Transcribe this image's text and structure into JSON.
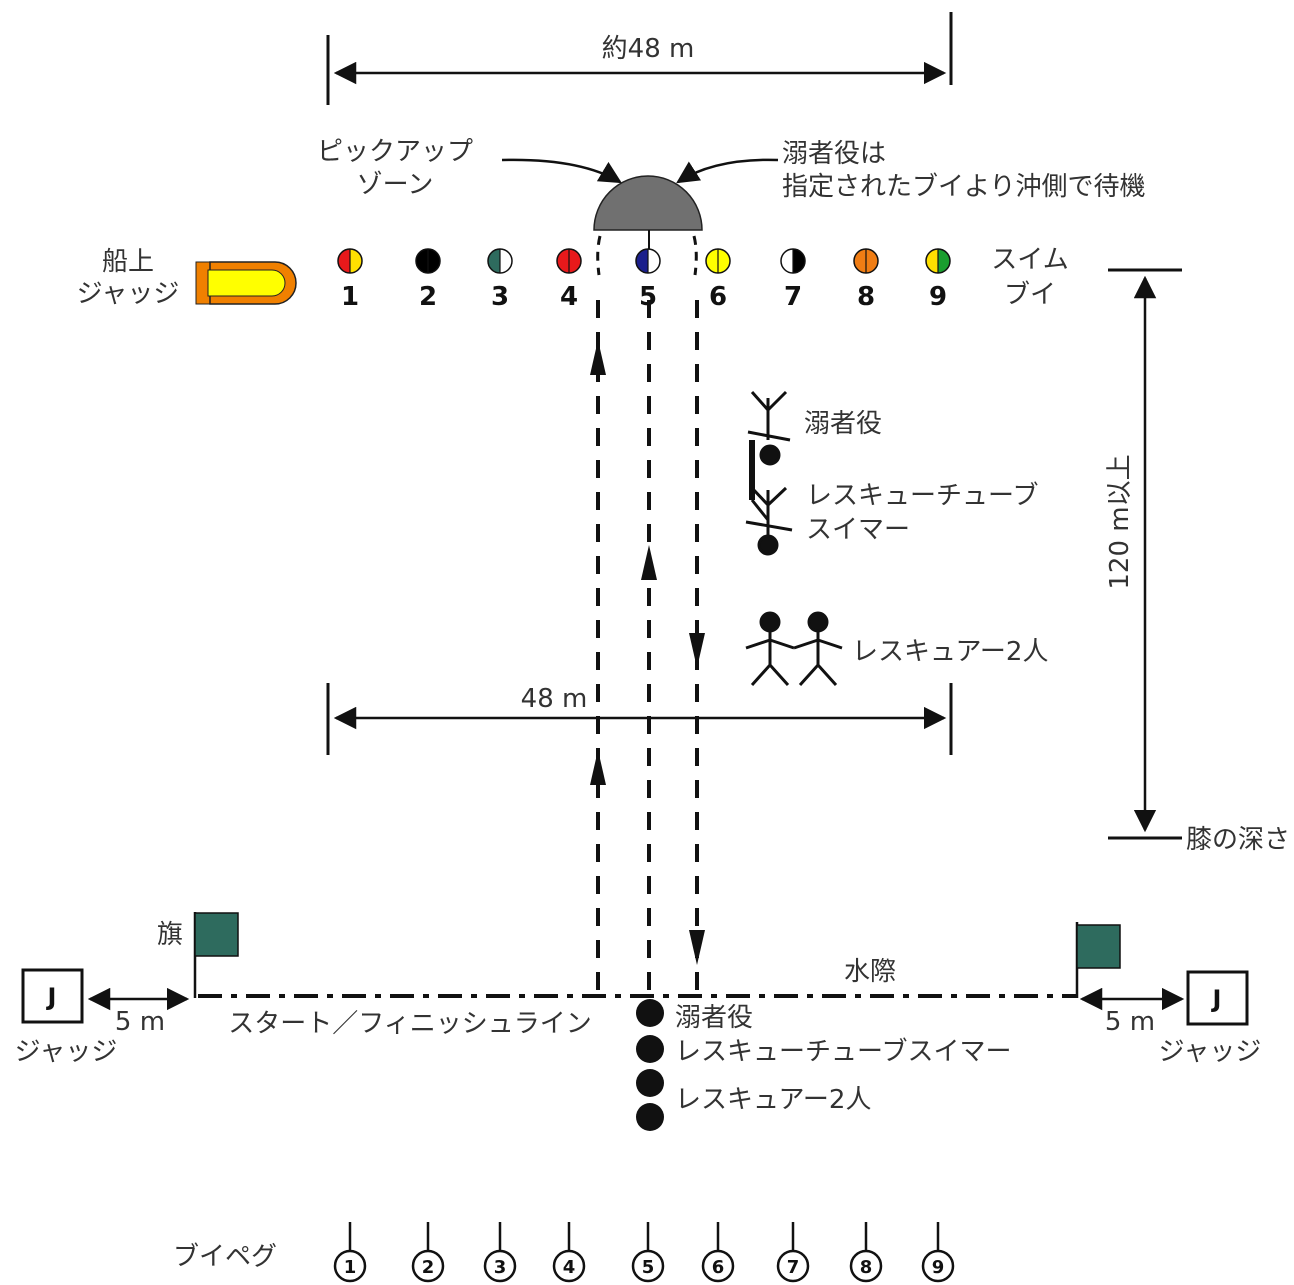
{
  "colors": {
    "flag": "#2e6b5e",
    "boat_fill": "#ffff00",
    "boat_outline": "#f08000",
    "pickup_zone": "#707070"
  },
  "top_width_label": "約48 m",
  "pickup_zone_label": [
    "ピックアップ",
    "ゾーン"
  ],
  "victim_instruction": [
    "溺者役は",
    "指定されたブイより沖側で待機"
  ],
  "boat_judge_label": [
    "船上",
    "ジャッジ"
  ],
  "swim_buoy_label": [
    "スイム",
    "ブイ"
  ],
  "buoys": [
    {
      "number": "1",
      "colors": [
        "#e8191b",
        "#ffe000"
      ]
    },
    {
      "number": "2",
      "colors": [
        "#000000",
        "#000000"
      ]
    },
    {
      "number": "3",
      "colors": [
        "#2e6b5e",
        "#ffffff"
      ]
    },
    {
      "number": "4",
      "colors": [
        "#e8191b",
        "#e8191b"
      ]
    },
    {
      "number": "5",
      "colors": [
        "#1b1f8c",
        "#ffffff"
      ]
    },
    {
      "number": "6",
      "colors": [
        "#ffff00",
        "#ffff00"
      ]
    },
    {
      "number": "7",
      "colors": [
        "#ffffff",
        "#000000"
      ]
    },
    {
      "number": "8",
      "colors": [
        "#f07d14",
        "#f07d14"
      ]
    },
    {
      "number": "9",
      "colors": [
        "#ffe000",
        "#1a9e2f"
      ]
    }
  ],
  "figures": {
    "victim": "溺者役",
    "tube_swimmer": [
      "レスキューチューブ",
      "スイマー"
    ],
    "rescuers": "レスキュアー2人"
  },
  "distance_120": "120 m以上",
  "knee_depth": "膝の深さ",
  "mid_width_label": "48 m",
  "flag_label": "旗",
  "waterline_label": "水際",
  "start_finish_label": "スタート／フィニッシュライン",
  "judge_letter": "J",
  "judge_label": "ジャッジ",
  "judge_distance": "5 m",
  "order_list": [
    "溺者役",
    "レスキューチューブスイマー",
    "レスキュアー2人"
  ],
  "buoy_peg_label": "ブイペグ",
  "pegs": [
    "1",
    "2",
    "3",
    "4",
    "5",
    "6",
    "7",
    "8",
    "9"
  ]
}
